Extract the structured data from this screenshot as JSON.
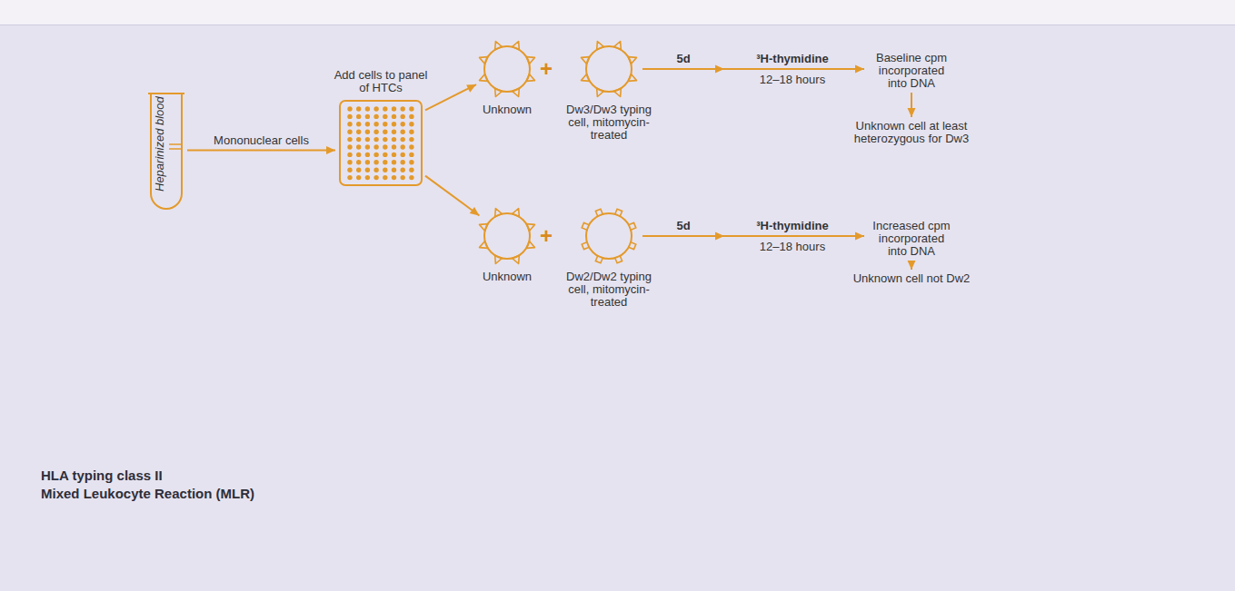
{
  "diagram": {
    "title": "HLA typing class II",
    "nodes": [
      {
        "text": [
          "Heparinized blood"
        ]
      },
      {
        "text": [
          "Add cells to panel of HTCs"
        ]
      },
      {
        "text": [
          "Unknown"
        ]
      },
      {
        "text": [
          "Dw3/Dw3 typing cell, mitomycin-treated"
        ]
      },
      {
        "text": [
          "Baseline cpm incorporated into DNA"
        ]
      },
      {
        "text": [
          "Unknown cell at least heterozygous for Dw3"
        ]
      },
      {
        "text": [
          "Unknown"
        ]
      },
      {
        "text": [
          "Dw2/Dw2 typing cell, mitomycin-treated"
        ]
      },
      {
        "text": [
          "Increased cpm incorporated into DNA"
        ]
      },
      {
        "text": [
          "Unknown cell not Dw2"
        ]
      }
    ],
    "edges": [
      {
        "from": 0,
        "to": 1,
        "label": "Mononuclear cells",
        "arrow": "to"
      },
      {
        "from": 1,
        "to": 2,
        "arrow": "to"
      },
      {
        "from": 1,
        "to": 6,
        "arrow": "to"
      },
      {
        "from": 3,
        "to": 4,
        "label": "5d",
        "arrow": "to"
      },
      {
        "from": 4,
        "to": 5,
        "arrow": "to"
      },
      {
        "from": 7,
        "to": 8,
        "label": "5d",
        "arrow": "to"
      },
      {
        "from": 8,
        "to": 9,
        "arrow": "to"
      }
    ],
    "labels": [
      "+",
      "³H-thymidine",
      "12–18 hours",
      "+",
      "³H-thymidine",
      "12–18 hours",
      "Mixed Leukocyte Reaction (MLR)"
    ]
  }
}
